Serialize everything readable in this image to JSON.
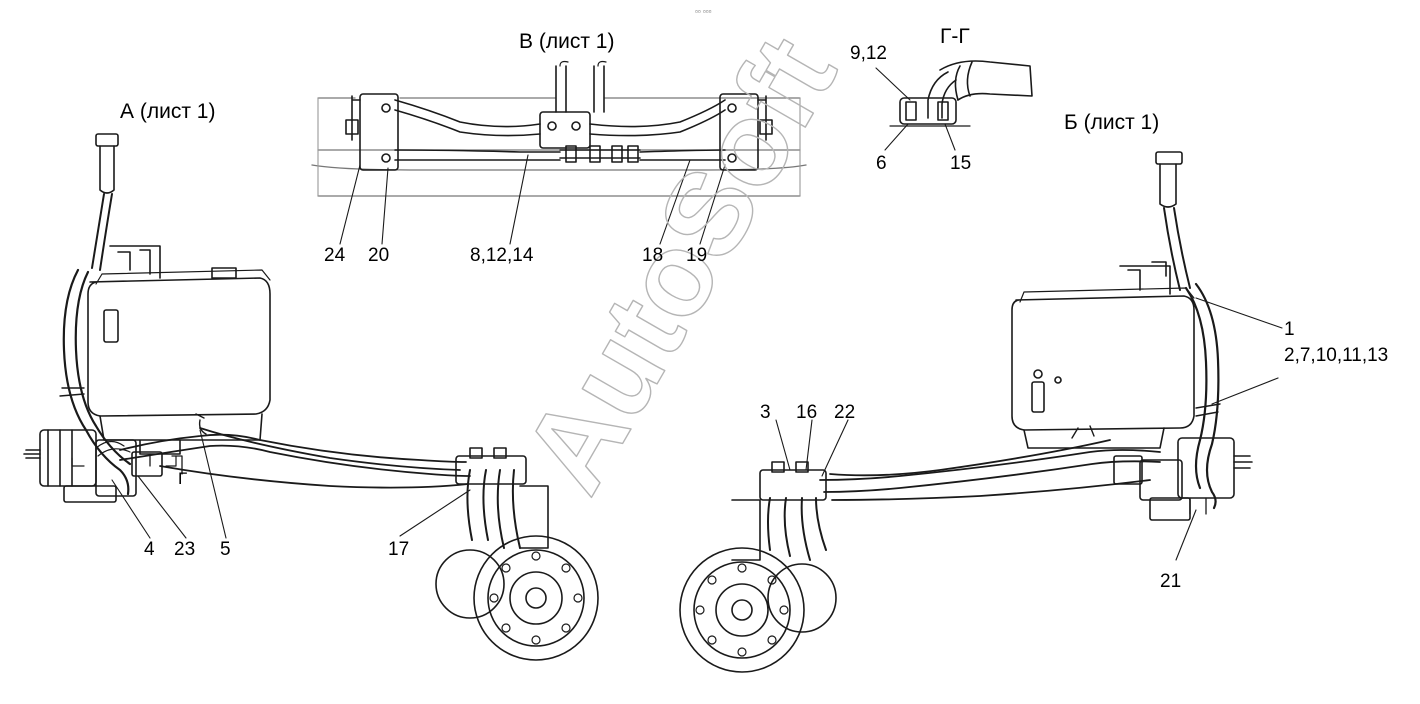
{
  "header": {
    "small_mark": "▫▫ ▫▫▫"
  },
  "views": {
    "view_a": "А (лист 1)",
    "view_v": "В (лист 1)",
    "view_gg": "Г-Г",
    "view_b": "Б (лист 1)"
  },
  "callouts": {
    "c_9_12": "9,12",
    "c_6": "6",
    "c_15": "15",
    "c_24": "24",
    "c_20": "20",
    "c_8_12_14": "8,12,14",
    "c_18": "18",
    "c_19": "19",
    "c_1": "1",
    "c_2_7_10_11_13": "2,7,10,11,13",
    "c_g_section": "Г",
    "c_4": "4",
    "c_23": "23",
    "c_5": "5",
    "c_17": "17",
    "c_3": "3",
    "c_16": "16",
    "c_22": "22",
    "c_21": "21"
  },
  "watermark": "AutoSoft",
  "colors": {
    "line": "#1a1a1a",
    "light": "#9a9a9a",
    "background": "#ffffff"
  }
}
